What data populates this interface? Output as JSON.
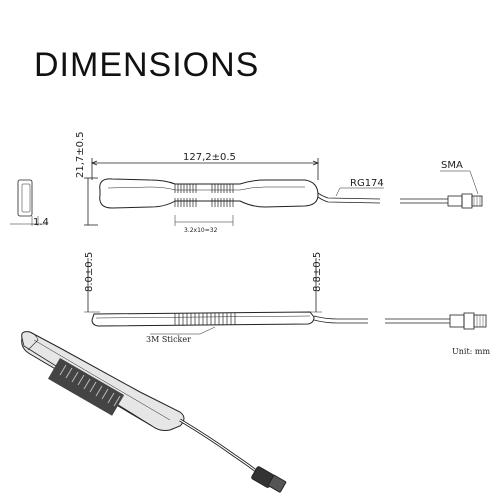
{
  "title": "DIMENSIONS",
  "labels": {
    "length": "127,2±0.5",
    "width": "21,7±0.5",
    "thickness": "1.4",
    "cable": "RG174",
    "connector": "SMA",
    "slot_spec": "3.2x10=32",
    "height_left": "8.0±0.5",
    "height_right": "8.8±0.5",
    "sticker": "3M Sticker",
    "unit": "Unit: mm"
  }
}
